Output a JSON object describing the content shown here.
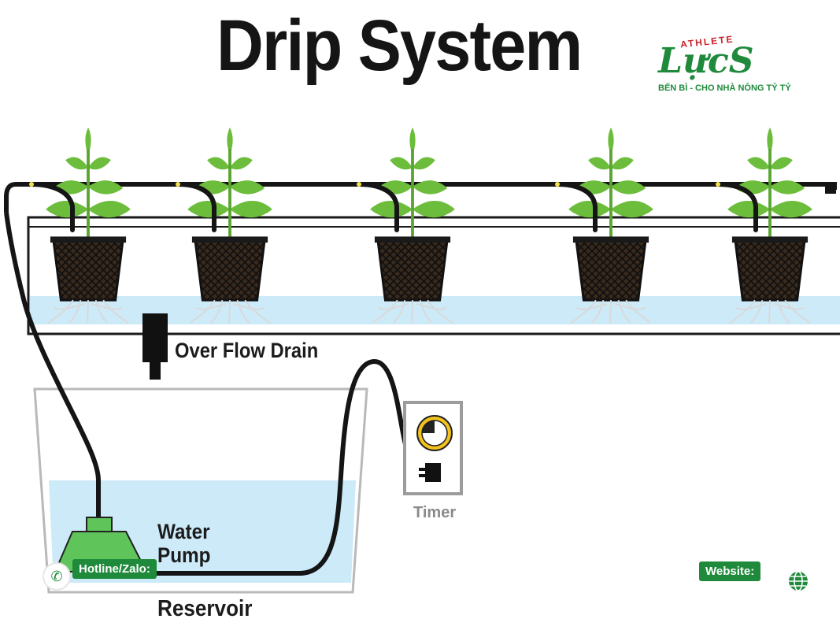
{
  "title": "Drip System",
  "labels": {
    "overflow_drain": "Over Flow Drain",
    "water_pump": "Water\nPump",
    "reservoir": "Reservoir",
    "timer": "Timer"
  },
  "brand": {
    "athlete": "ATHLETE",
    "name": "LựcS",
    "tagline": "BẾN BÌ - CHO NHÀ NÔNG TỶ TỶ"
  },
  "contact": {
    "hotline_label": "Hotline/Zalo:",
    "website_label": "Website:"
  },
  "colors": {
    "leaf": "#6dbd3c",
    "water": "#cdeaf8",
    "pump": "#5fc45a",
    "brand_green": "#1f8a3b",
    "tube": "#151515",
    "timer_face": "#f3c21d"
  },
  "icons": [
    "phone-icon",
    "globe-icon",
    "water-drop-icon",
    "timer-clock-icon",
    "plug-icon"
  ]
}
